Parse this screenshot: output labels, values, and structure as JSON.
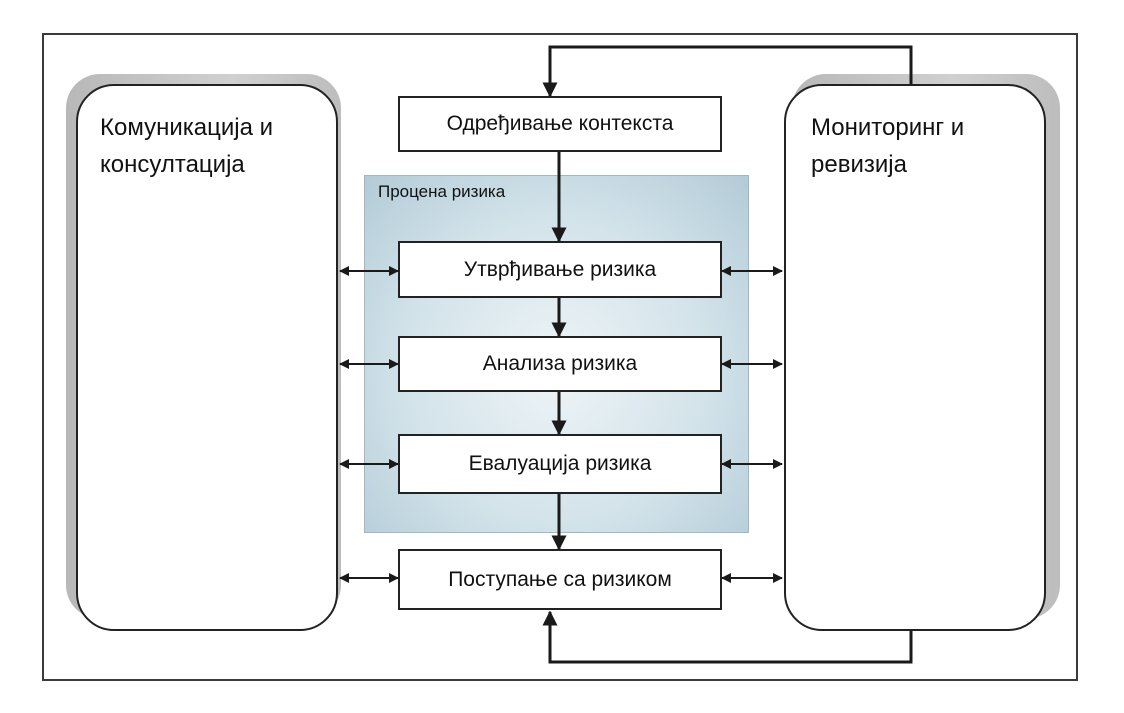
{
  "left_panel": {
    "label": "Комуникација и\nконсултација"
  },
  "right_panel": {
    "label": "Мониторинг и\nревизија"
  },
  "assessment_group": {
    "label": "Процена ризика"
  },
  "steps": [
    {
      "label": "Одређивање контекста"
    },
    {
      "label": "Утврђивање ризика"
    },
    {
      "label": "Анализа ризика"
    },
    {
      "label": "Евалуација ризика"
    },
    {
      "label": "Поступање са ризиком"
    }
  ],
  "colors": {
    "line": "#1a1a1a",
    "group_fill": "#cfe0e8",
    "panel_shadow": "#c4c4c4"
  }
}
